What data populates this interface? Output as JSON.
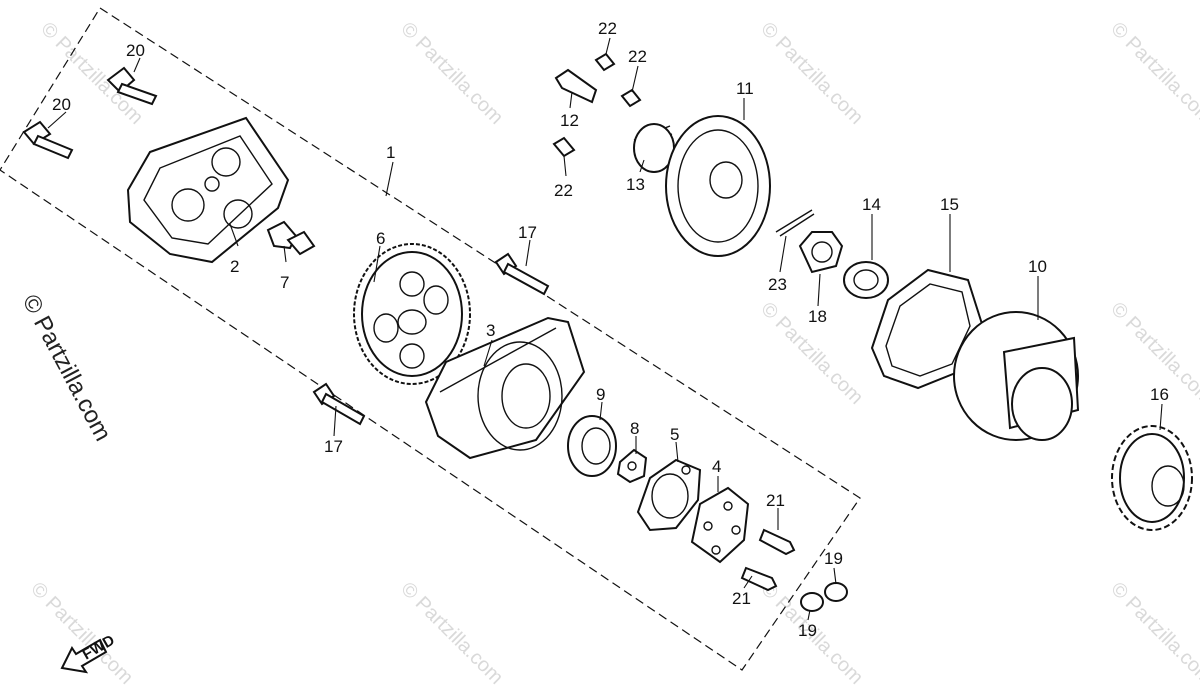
{
  "watermark": "© Partzilla.com",
  "side_watermark": "© Partzilla.com",
  "direction_label": "FWD",
  "callouts": {
    "c1": "1",
    "c2": "2",
    "c3": "3",
    "c4": "4",
    "c5": "5",
    "c6": "6",
    "c7": "7",
    "c8": "8",
    "c9": "9",
    "c10": "10",
    "c11": "11",
    "c12": "12",
    "c13": "13",
    "c14": "14",
    "c15": "15",
    "c16": "16",
    "c17a": "17",
    "c17b": "17",
    "c18": "18",
    "c19a": "19",
    "c19b": "19",
    "c20a": "20",
    "c20b": "20",
    "c21a": "21",
    "c21b": "21",
    "c22a": "22",
    "c22b": "22",
    "c22c": "22",
    "c23": "23"
  }
}
